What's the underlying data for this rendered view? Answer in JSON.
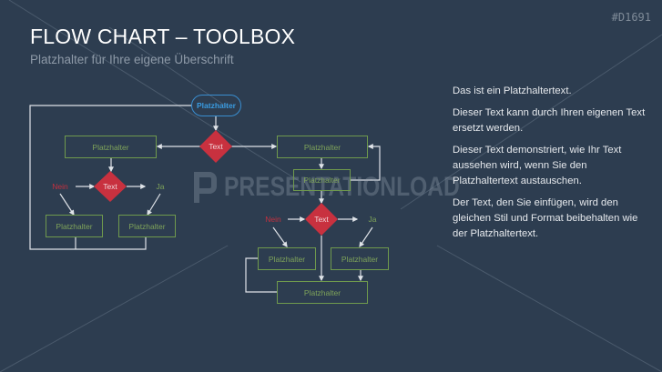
{
  "slide": {
    "title": "FLOW CHART – TOOLBOX",
    "subtitle": "Platzhalter für Ihre eigene Überschrift",
    "code": "#D1691",
    "watermark": "PRESENTATIONLOAD",
    "colors": {
      "background": "#2d3d50",
      "box_border": "#6f9a4d",
      "box_text": "#7fa45a",
      "decision_fill": "#c8313f",
      "start_border": "#3a8ed0",
      "connector": "#dfe3e8",
      "no_label": "#c4303f"
    }
  },
  "paragraphs": [
    "Das ist ein Platzhaltertext.",
    "Dieser Text kann durch Ihren eigenen Text ersetzt werden.",
    "Dieser Text  demonstriert, wie Ihr Text aussehen wird, wenn Sie den Platzhaltertext austauschen.",
    "Der Text,  den Sie einfügen, wird den gleichen Stil und Format beibehalten wie der Platzhaltertext."
  ],
  "flowchart": {
    "start": {
      "label": "Platzhalter"
    },
    "decision_main": {
      "label": "Text"
    },
    "left": {
      "process_top": {
        "label": "Platzhalter"
      },
      "decision": {
        "label": "Text"
      },
      "no_label": "Nein",
      "yes_label": "Ja",
      "process_no": {
        "label": "Platzhalter"
      },
      "process_yes": {
        "label": "Platzhalter"
      }
    },
    "right": {
      "process_top": {
        "label": "Platzhalter"
      },
      "process_second": {
        "label": "Platzhalter"
      },
      "decision": {
        "label": "Text"
      },
      "no_label": "Nein",
      "yes_label": "Ja",
      "process_no": {
        "label": "Platzhalter"
      },
      "process_yes": {
        "label": "Platzhalter"
      },
      "process_bottom": {
        "label": "Platzhalter"
      }
    }
  }
}
